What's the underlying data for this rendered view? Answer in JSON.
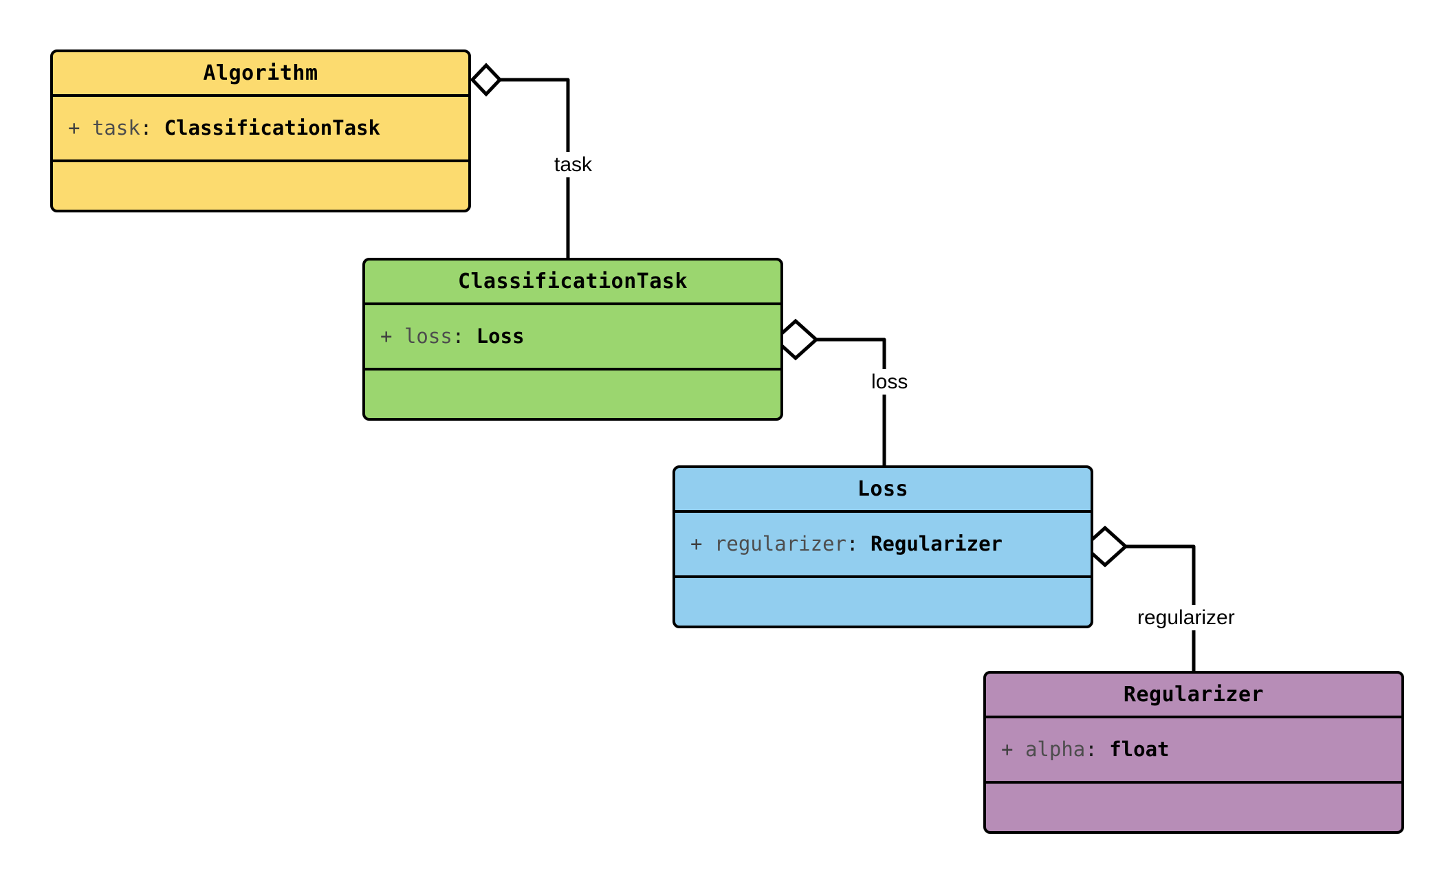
{
  "diagram": {
    "kind": "uml-class-diagram",
    "background": "#ffffff",
    "stroke_color": "#000000",
    "classes": [
      {
        "id": "algorithm",
        "name": "Algorithm",
        "fill": "#FCDB6F",
        "attributes": [
          {
            "visibility": "+",
            "name": "task",
            "colon": ":",
            "type": "ClassificationTask"
          }
        ],
        "methods": []
      },
      {
        "id": "classificationtask",
        "name": "ClassificationTask",
        "fill": "#9BD66F",
        "attributes": [
          {
            "visibility": "+",
            "name": "loss",
            "colon": ":",
            "type": "Loss"
          }
        ],
        "methods": []
      },
      {
        "id": "loss",
        "name": "Loss",
        "fill": "#92CEEF",
        "attributes": [
          {
            "visibility": "+",
            "name": "regularizer",
            "colon": ":",
            "type": "Regularizer"
          }
        ],
        "methods": []
      },
      {
        "id": "regularizer",
        "name": "Regularizer",
        "fill": "#B78DB7",
        "attributes": [
          {
            "visibility": "+",
            "name": "alpha",
            "colon": ":",
            "type": "float"
          }
        ],
        "methods": []
      }
    ],
    "relations": [
      {
        "id": "rel-task",
        "type": "aggregation",
        "from": "algorithm",
        "to": "classificationtask",
        "label": "task"
      },
      {
        "id": "rel-loss",
        "type": "aggregation",
        "from": "classificationtask",
        "to": "loss",
        "label": "loss"
      },
      {
        "id": "rel-regularizer",
        "type": "aggregation",
        "from": "loss",
        "to": "regularizer",
        "label": "regularizer"
      }
    ]
  }
}
